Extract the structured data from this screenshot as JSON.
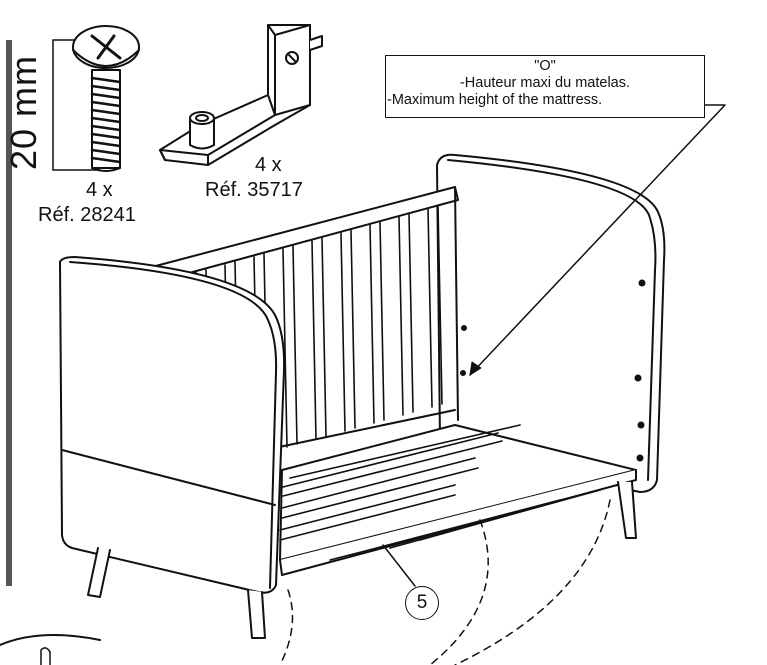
{
  "dimension": {
    "length_label": "20 mm"
  },
  "parts": [
    {
      "name": "screw",
      "quantity": "4 x",
      "reference": "Réf. 28241"
    },
    {
      "name": "bracket",
      "quantity": "4 x",
      "reference": "Réf. 35717"
    }
  ],
  "callout": {
    "marker": "\"O\"",
    "line_fr": "-Hauteur maxi du matelas.",
    "line_en": "-Maximum height of the mattress."
  },
  "assembly": {
    "part_number": "5"
  },
  "colors": {
    "line": "#111111",
    "background": "#ffffff",
    "dimension_bar": "#555555"
  }
}
